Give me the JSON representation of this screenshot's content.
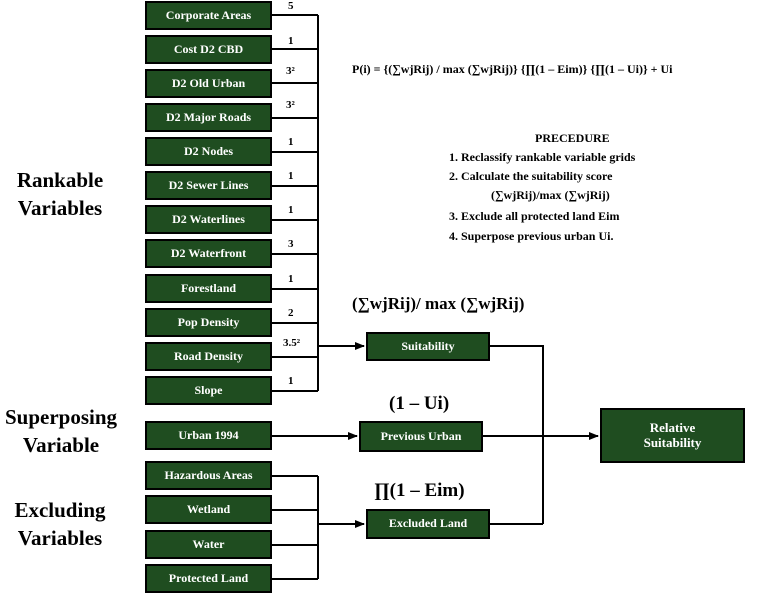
{
  "rankable": {
    "label_line1": "Rankable",
    "label_line2": "Variables",
    "items": [
      {
        "name": "Corporate Areas",
        "weight": "5"
      },
      {
        "name": "Cost D2 CBD",
        "weight": "1"
      },
      {
        "name": "D2 Old Urban",
        "weight": "3²"
      },
      {
        "name": "D2 Major Roads",
        "weight": "3²"
      },
      {
        "name": "D2 Nodes",
        "weight": "1"
      },
      {
        "name": "D2 Sewer Lines",
        "weight": "1"
      },
      {
        "name": "D2 Waterlines",
        "weight": "1"
      },
      {
        "name": "D2 Waterfront",
        "weight": "3"
      },
      {
        "name": "Forestland",
        "weight": "1"
      },
      {
        "name": "Pop Density",
        "weight": "2"
      },
      {
        "name": "Road Density",
        "weight": "3.5²"
      },
      {
        "name": "Slope",
        "weight": "1"
      }
    ]
  },
  "superposing": {
    "label_line1": "Superposing",
    "label_line2": "Variable",
    "item": "Urban 1994"
  },
  "excluding": {
    "label_line1": "Excluding",
    "label_line2": "Variables",
    "items": [
      "Hazardous Areas",
      "Wetland",
      "Water",
      "Protected Land"
    ]
  },
  "stages": {
    "suitability": "Suitability",
    "previous_urban": "Previous Urban",
    "excluded_land": "Excluded Land",
    "relative_line1": "Relative",
    "relative_line2": "Suitability"
  },
  "stage_formulas": {
    "suitability": "(∑wjRij)/ max (∑wjRij)",
    "previous_urban": "(1 – Ui)",
    "excluded_land": "∏(1 – Eim)"
  },
  "formula": "P(i) = {(∑wjRij) / max (∑wjRij)} {∏(1 – Eim)} {∏(1 – Ui)} + Ui",
  "procedure": {
    "title": "PRECEDURE",
    "step1": "1. Reclassify rankable variable grids",
    "step2": "2. Calculate the suitability score",
    "step2b": "(∑wjRij)/max (∑wjRij)",
    "step3": "3. Exclude all protected land Eim",
    "step4": "4. Superpose previous urban Ui."
  },
  "colors": {
    "box_fill": "#1f4d20",
    "box_text": "#ffffff",
    "line": "#000000"
  }
}
